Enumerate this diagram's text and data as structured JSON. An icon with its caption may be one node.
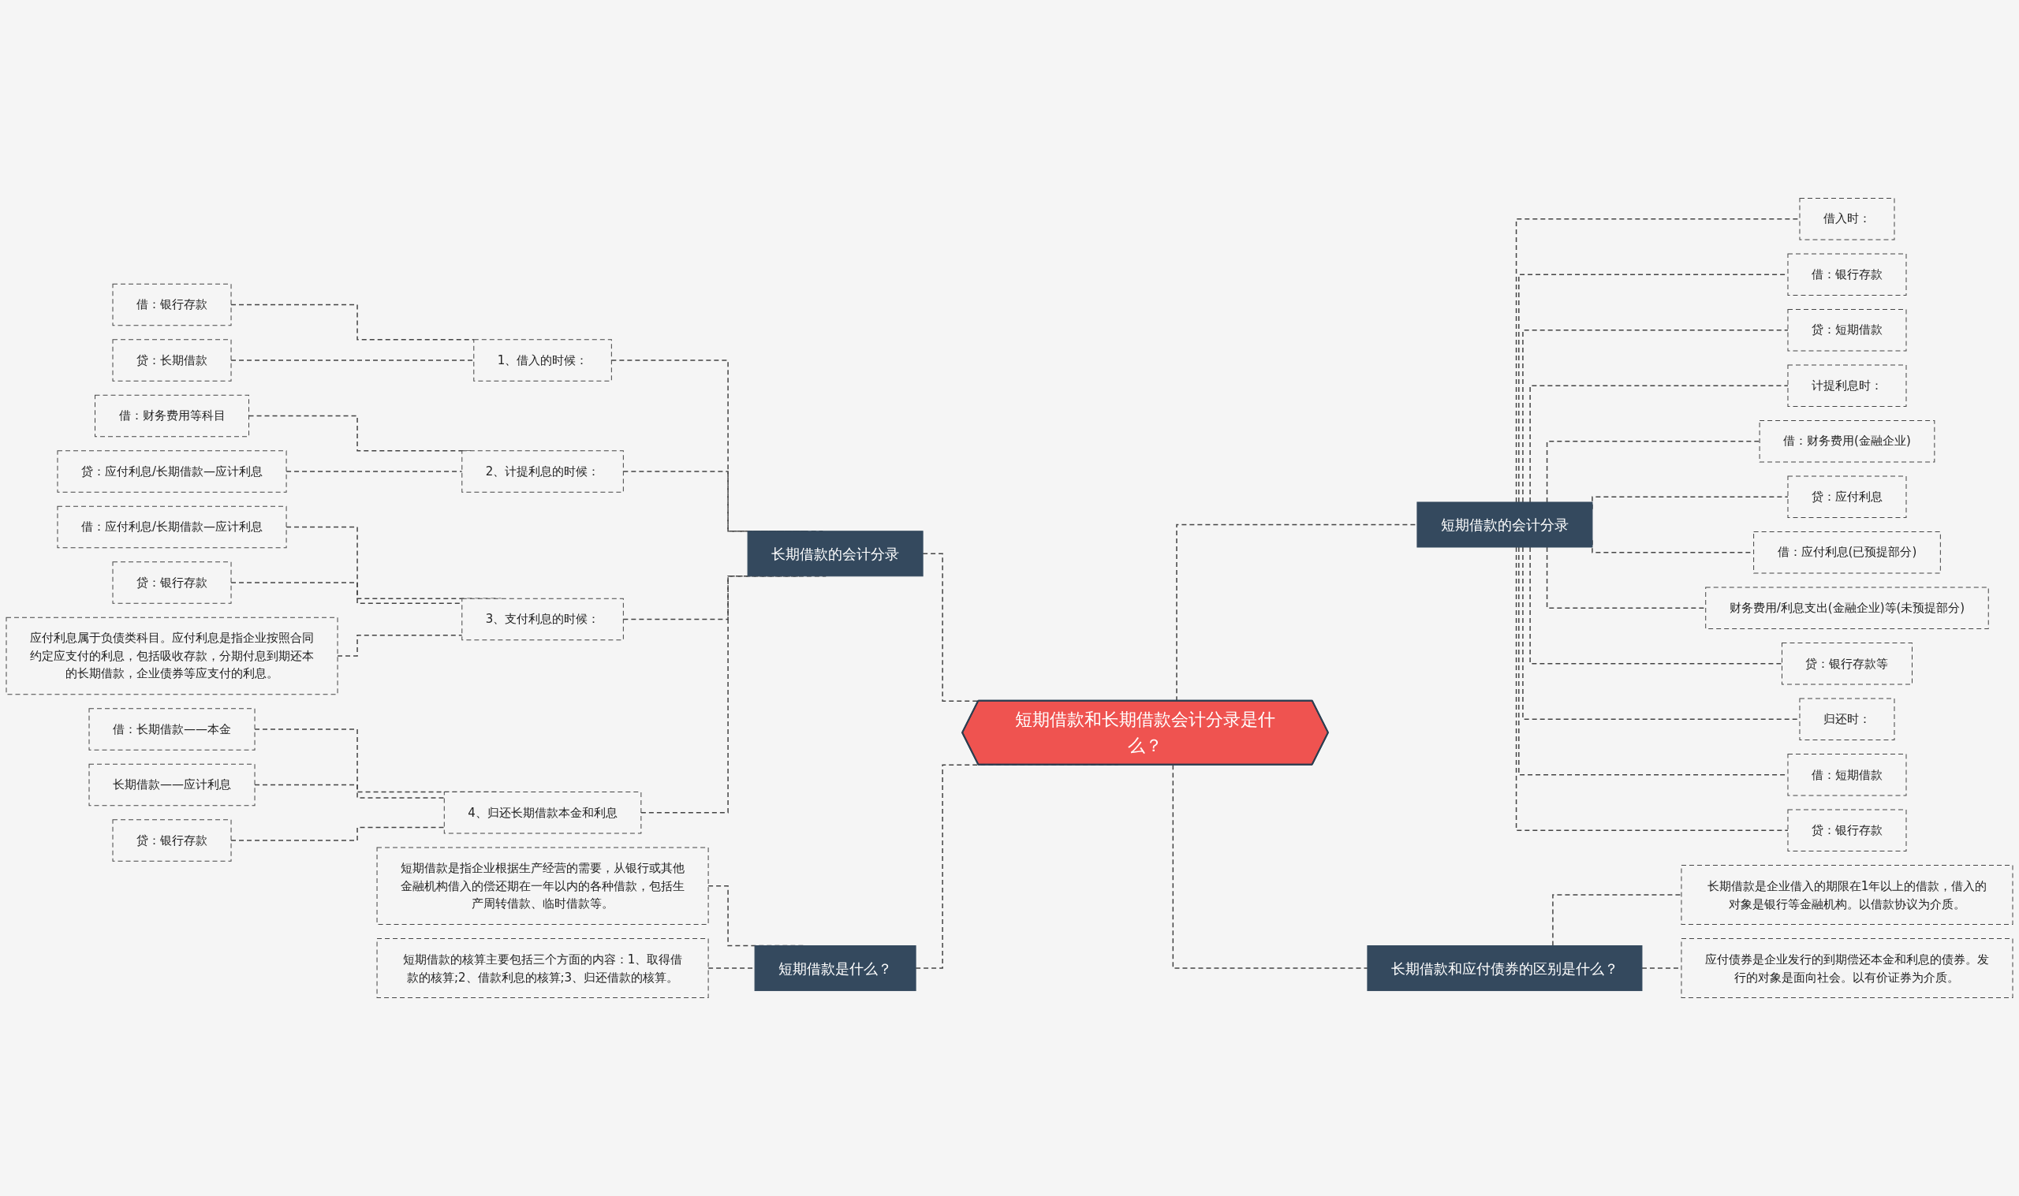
{
  "diagram": {
    "nodes": [
      {
        "text": [
          "短期借款和长期借款会计分录是什么？"
        ]
      },
      {
        "text": [
          "长期借款的会计分录"
        ]
      },
      {
        "text": [
          "1、借入的时候："
        ]
      },
      {
        "text": [
          "借：银行存款"
        ]
      },
      {
        "text": [
          "贷：长期借款"
        ]
      },
      {
        "text": [
          "2、计提利息的时候："
        ]
      },
      {
        "text": [
          "借：财务费用等科目"
        ]
      },
      {
        "text": [
          "贷：应付利息/长期借款—应计利息"
        ]
      },
      {
        "text": [
          "3、支付利息的时候："
        ]
      },
      {
        "text": [
          "借：应付利息/长期借款—应计利息"
        ]
      },
      {
        "text": [
          "贷：银行存款"
        ]
      },
      {
        "text": [
          "应付利息属于负债类科目。应付利息是指企业按照合同约定应支付的利息，包括吸收存款，分期付息到期还本的长期借款，企业债券等应支付的利息。"
        ]
      },
      {
        "text": [
          "4、归还长期借款本金和利息"
        ]
      },
      {
        "text": [
          "借：长期借款——本金"
        ]
      },
      {
        "text": [
          "长期借款——应计利息"
        ]
      },
      {
        "text": [
          "贷：银行存款"
        ]
      },
      {
        "text": [
          "短期借款是什么？"
        ]
      },
      {
        "text": [
          "短期借款是指企业根据生产经营的需要，从银行或其他金融机构借入的偿还期在一年以内的各种借款，包括生产周转借款、临时借款等。"
        ]
      },
      {
        "text": [
          "短期借款的核算主要包括三个方面的内容：1、取得借款的核算;2、借款利息的核算;3、归还借款的核算。"
        ]
      },
      {
        "text": [
          "短期借款的会计分录"
        ]
      },
      {
        "text": [
          "借入时："
        ]
      },
      {
        "text": [
          "借：银行存款"
        ]
      },
      {
        "text": [
          "贷：短期借款"
        ]
      },
      {
        "text": [
          "计提利息时："
        ]
      },
      {
        "text": [
          "借：财务费用(金融企业)"
        ]
      },
      {
        "text": [
          "贷：应付利息"
        ]
      },
      {
        "text": [
          "借：应付利息(已预提部分)"
        ]
      },
      {
        "text": [
          "财务费用/利息支出(金融企业)等(未预提部分)"
        ]
      },
      {
        "text": [
          "贷：银行存款等"
        ]
      },
      {
        "text": [
          "归还时："
        ]
      },
      {
        "text": [
          "借：短期借款"
        ]
      },
      {
        "text": [
          "贷：银行存款"
        ]
      },
      {
        "text": [
          "长期借款和应付债券的区别是什么？"
        ]
      },
      {
        "text": [
          "长期借款是企业借入的期限在1年以上的借款，借入的对象是银行等金融机构。以借款协议为介质。"
        ]
      },
      {
        "text": [
          "应付债券是企业发行的到期偿还本金和利息的债券。发行的对象是面向社会。以有价证券为介质。"
        ]
      }
    ],
    "edges": [
      {
        "from": 0,
        "to": 1,
        "arrow": "none",
        "style": "dashed"
      },
      {
        "from": 1,
        "to": 2,
        "arrow": "none",
        "style": "dashed"
      },
      {
        "from": 2,
        "to": 3,
        "arrow": "none",
        "style": "dashed"
      },
      {
        "from": 2,
        "to": 4,
        "arrow": "none",
        "style": "dashed"
      },
      {
        "from": 1,
        "to": 5,
        "arrow": "none",
        "style": "dashed"
      },
      {
        "from": 5,
        "to": 6,
        "arrow": "none",
        "style": "dashed"
      },
      {
        "from": 5,
        "to": 7,
        "arrow": "none",
        "style": "dashed"
      },
      {
        "from": 1,
        "to": 8,
        "arrow": "none",
        "style": "dashed"
      },
      {
        "from": 8,
        "to": 9,
        "arrow": "none",
        "style": "dashed"
      },
      {
        "from": 8,
        "to": 10,
        "arrow": "none",
        "style": "dashed"
      },
      {
        "from": 8,
        "to": 11,
        "arrow": "none",
        "style": "dashed"
      },
      {
        "from": 1,
        "to": 12,
        "arrow": "none",
        "style": "dashed"
      },
      {
        "from": 12,
        "to": 13,
        "arrow": "none",
        "style": "dashed"
      },
      {
        "from": 12,
        "to": 14,
        "arrow": "none",
        "style": "dashed"
      },
      {
        "from": 12,
        "to": 15,
        "arrow": "none",
        "style": "dashed"
      },
      {
        "from": 0,
        "to": 16,
        "arrow": "none",
        "style": "dashed"
      },
      {
        "from": 16,
        "to": 17,
        "arrow": "none",
        "style": "dashed"
      },
      {
        "from": 16,
        "to": 18,
        "arrow": "none",
        "style": "dashed"
      },
      {
        "from": 0,
        "to": 19,
        "arrow": "none",
        "style": "dashed"
      },
      {
        "from": 19,
        "to": 20,
        "arrow": "none",
        "style": "dashed"
      },
      {
        "from": 19,
        "to": 21,
        "arrow": "none",
        "style": "dashed"
      },
      {
        "from": 19,
        "to": 22,
        "arrow": "none",
        "style": "dashed"
      },
      {
        "from": 19,
        "to": 23,
        "arrow": "none",
        "style": "dashed"
      },
      {
        "from": 19,
        "to": 24,
        "arrow": "none",
        "style": "dashed"
      },
      {
        "from": 19,
        "to": 25,
        "arrow": "none",
        "style": "dashed"
      },
      {
        "from": 19,
        "to": 26,
        "arrow": "none",
        "style": "dashed"
      },
      {
        "from": 19,
        "to": 27,
        "arrow": "none",
        "style": "dashed"
      },
      {
        "from": 19,
        "to": 28,
        "arrow": "none",
        "style": "dashed"
      },
      {
        "from": 19,
        "to": 29,
        "arrow": "none",
        "style": "dashed"
      },
      {
        "from": 19,
        "to": 30,
        "arrow": "none",
        "style": "dashed"
      },
      {
        "from": 19,
        "to": 31,
        "arrow": "none",
        "style": "dashed"
      },
      {
        "from": 0,
        "to": 32,
        "arrow": "none",
        "style": "dashed"
      },
      {
        "from": 32,
        "to": 33,
        "arrow": "none",
        "style": "dashed"
      },
      {
        "from": 32,
        "to": 34,
        "arrow": "none",
        "style": "dashed"
      }
    ]
  }
}
